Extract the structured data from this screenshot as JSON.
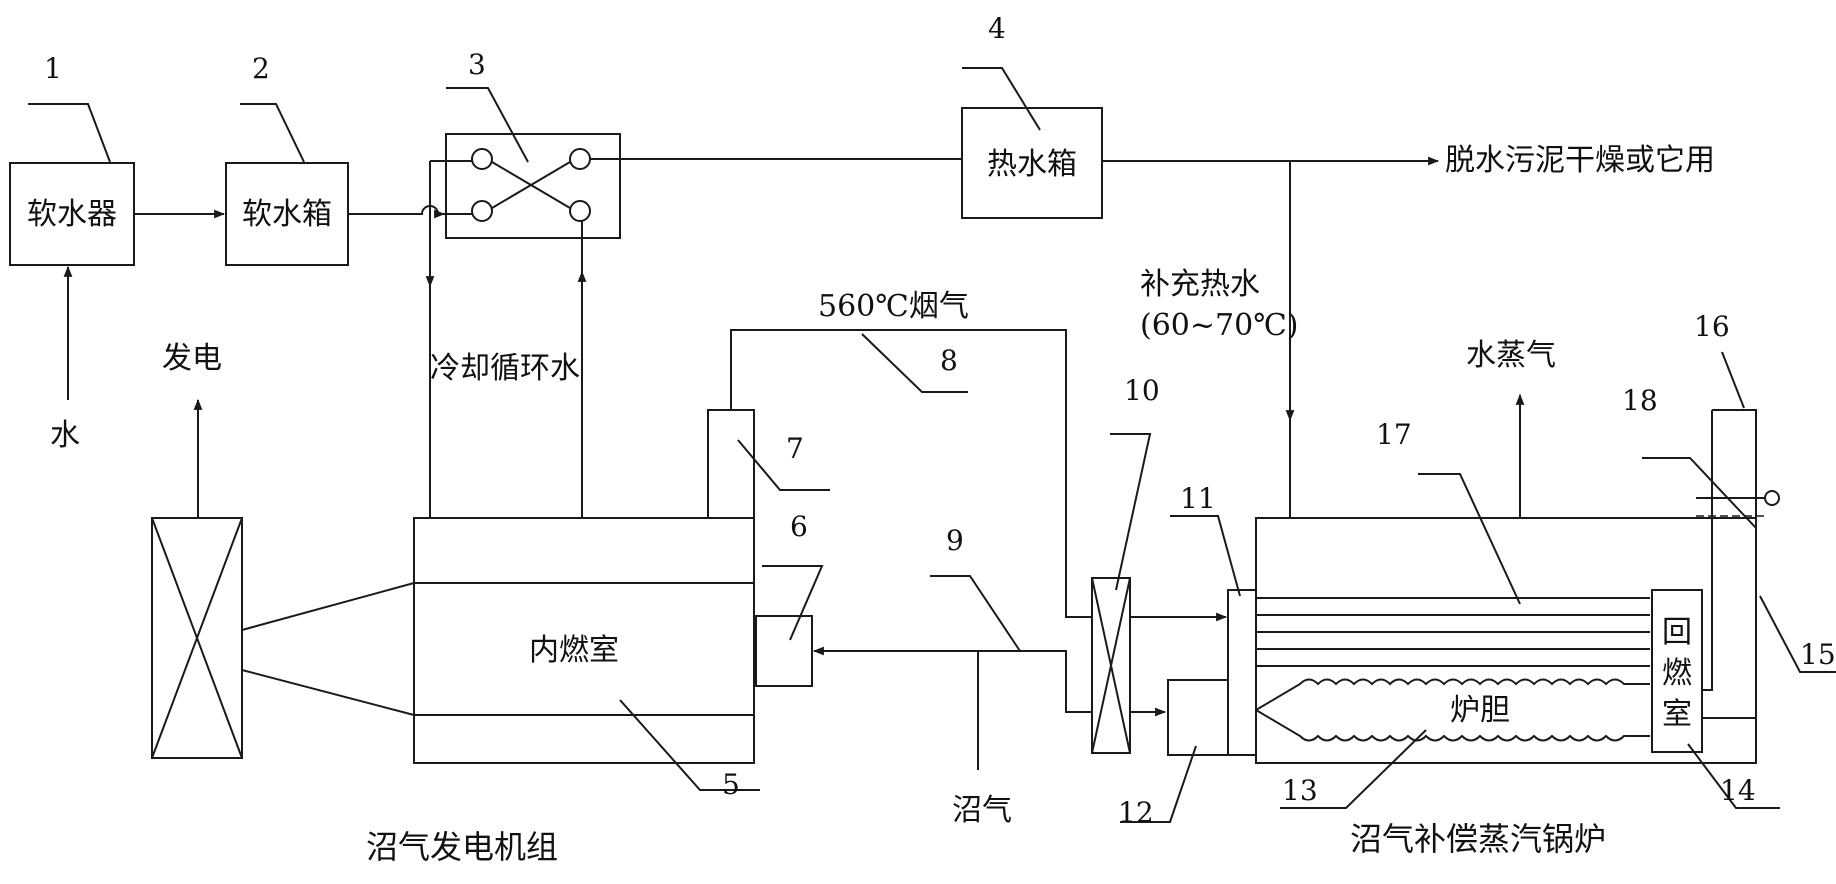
{
  "boxes": {
    "softener": "软水器",
    "soft_tank": "软水箱",
    "hot_tank": "热水箱",
    "combustion_chamber": "内燃室",
    "furnace": "炉胆",
    "return_chamber": [
      "回",
      "燃",
      "室"
    ]
  },
  "labels": {
    "water_in": "水",
    "power": "发电",
    "cooling_water": "冷却循环水",
    "flue_gas": "560℃烟气",
    "makeup_hot_water": "补充热水",
    "makeup_temp": "(60~70℃)",
    "steam": "水蒸气",
    "sludge": "脱水污泥干燥或它用",
    "biogas": "沼气"
  },
  "captions": {
    "generator_set": "沼气发电机组",
    "boiler": "沼气补偿蒸汽锅炉"
  },
  "numbers": [
    "1",
    "2",
    "3",
    "4",
    "5",
    "6",
    "7",
    "8",
    "9",
    "10",
    "11",
    "12",
    "13",
    "14",
    "15",
    "16",
    "17",
    "18"
  ]
}
